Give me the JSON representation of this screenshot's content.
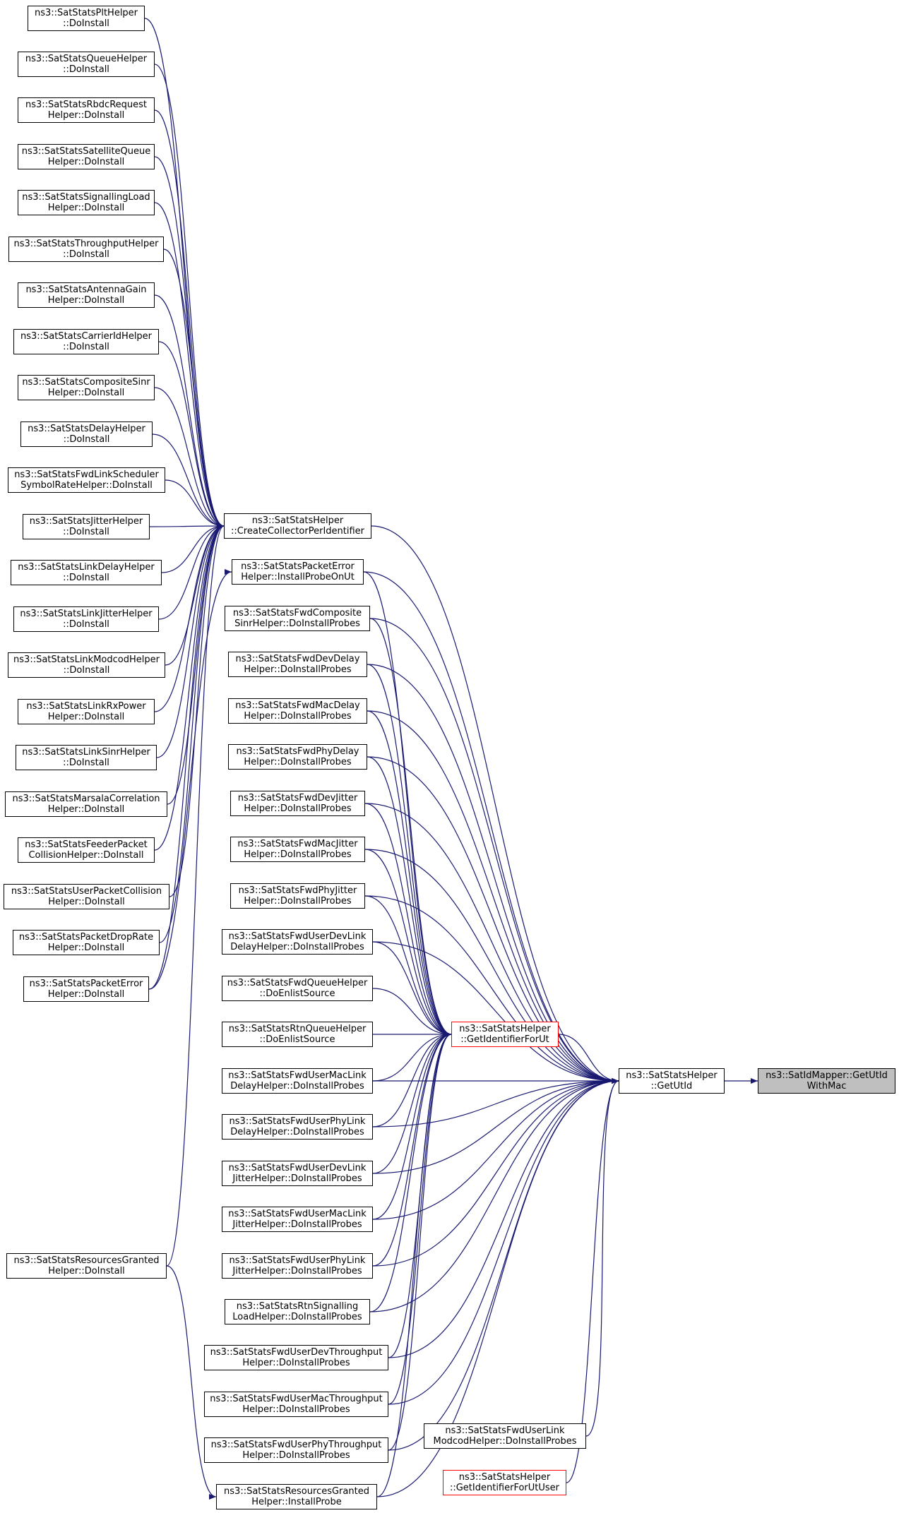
{
  "colors": {
    "edge": "#191970",
    "node_border": "#000000",
    "highlight_border": "#ff0000",
    "focus_fill": "#bfbfbf"
  },
  "nodes": [
    {
      "id": "pltHelper",
      "lines": [
        "ns3::SatStatsPltHelper",
        "::DoInstall"
      ]
    },
    {
      "id": "queueHelper",
      "lines": [
        "ns3::SatStatsQueueHelper",
        "::DoInstall"
      ]
    },
    {
      "id": "rbdcRequest",
      "lines": [
        "ns3::SatStatsRbdcRequest",
        "Helper::DoInstall"
      ]
    },
    {
      "id": "satelliteQueue",
      "lines": [
        "ns3::SatStatsSatelliteQueue",
        "Helper::DoInstall"
      ]
    },
    {
      "id": "signallingLoad",
      "lines": [
        "ns3::SatStatsSignallingLoad",
        "Helper::DoInstall"
      ]
    },
    {
      "id": "throughputHelper",
      "lines": [
        "ns3::SatStatsThroughputHelper",
        "::DoInstall"
      ]
    },
    {
      "id": "antennaGain",
      "lines": [
        "ns3::SatStatsAntennaGain",
        "Helper::DoInstall"
      ]
    },
    {
      "id": "carrierId",
      "lines": [
        "ns3::SatStatsCarrierIdHelper",
        "::DoInstall"
      ]
    },
    {
      "id": "compositeSinr",
      "lines": [
        "ns3::SatStatsCompositeSinr",
        "Helper::DoInstall"
      ]
    },
    {
      "id": "delayHelper",
      "lines": [
        "ns3::SatStatsDelayHelper",
        "::DoInstall"
      ]
    },
    {
      "id": "fwdLinkScheduler",
      "lines": [
        "ns3::SatStatsFwdLinkScheduler",
        "SymbolRateHelper::DoInstall"
      ]
    },
    {
      "id": "jitterHelper",
      "lines": [
        "ns3::SatStatsJitterHelper",
        "::DoInstall"
      ]
    },
    {
      "id": "linkDelay",
      "lines": [
        "ns3::SatStatsLinkDelayHelper",
        "::DoInstall"
      ]
    },
    {
      "id": "linkJitter",
      "lines": [
        "ns3::SatStatsLinkJitterHelper",
        "::DoInstall"
      ]
    },
    {
      "id": "linkModcod",
      "lines": [
        "ns3::SatStatsLinkModcodHelper",
        "::DoInstall"
      ]
    },
    {
      "id": "linkRxPower",
      "lines": [
        "ns3::SatStatsLinkRxPower",
        "Helper::DoInstall"
      ]
    },
    {
      "id": "linkSinr",
      "lines": [
        "ns3::SatStatsLinkSinrHelper",
        "::DoInstall"
      ]
    },
    {
      "id": "marsala",
      "lines": [
        "ns3::SatStatsMarsalaCorrelation",
        "Helper::DoInstall"
      ]
    },
    {
      "id": "feederPacket",
      "lines": [
        "ns3::SatStatsFeederPacket",
        "CollisionHelper::DoInstall"
      ]
    },
    {
      "id": "userPacketCollision",
      "lines": [
        "ns3::SatStatsUserPacketCollision",
        "Helper::DoInstall"
      ]
    },
    {
      "id": "packetDropRate",
      "lines": [
        "ns3::SatStatsPacketDropRate",
        "Helper::DoInstall"
      ]
    },
    {
      "id": "packetErrorDoInstall",
      "lines": [
        "ns3::SatStatsPacketError",
        "Helper::DoInstall"
      ]
    },
    {
      "id": "resourcesGrantedDoInstall",
      "lines": [
        "ns3::SatStatsResourcesGranted",
        "Helper::DoInstall"
      ]
    },
    {
      "id": "createCollector",
      "lines": [
        "ns3::SatStatsHelper",
        "::CreateCollectorPerIdentifier"
      ]
    },
    {
      "id": "packetErrorInstallProbe",
      "lines": [
        "ns3::SatStatsPacketError",
        "Helper::InstallProbeOnUt"
      ]
    },
    {
      "id": "fwdCompositeSinr",
      "lines": [
        "ns3::SatStatsFwdComposite",
        "SinrHelper::DoInstallProbes"
      ]
    },
    {
      "id": "fwdDevDelay",
      "lines": [
        "ns3::SatStatsFwdDevDelay",
        "Helper::DoInstallProbes"
      ]
    },
    {
      "id": "fwdMacDelay",
      "lines": [
        "ns3::SatStatsFwdMacDelay",
        "Helper::DoInstallProbes"
      ]
    },
    {
      "id": "fwdPhyDelay",
      "lines": [
        "ns3::SatStatsFwdPhyDelay",
        "Helper::DoInstallProbes"
      ]
    },
    {
      "id": "fwdDevJitter",
      "lines": [
        "ns3::SatStatsFwdDevJitter",
        "Helper::DoInstallProbes"
      ]
    },
    {
      "id": "fwdMacJitter",
      "lines": [
        "ns3::SatStatsFwdMacJitter",
        "Helper::DoInstallProbes"
      ]
    },
    {
      "id": "fwdPhyJitter",
      "lines": [
        "ns3::SatStatsFwdPhyJitter",
        "Helper::DoInstallProbes"
      ]
    },
    {
      "id": "fwdUserDevLinkDelay",
      "lines": [
        "ns3::SatStatsFwdUserDevLink",
        "DelayHelper::DoInstallProbes"
      ]
    },
    {
      "id": "fwdQueue",
      "lines": [
        "ns3::SatStatsFwdQueueHelper",
        "::DoEnlistSource"
      ]
    },
    {
      "id": "rtnQueue",
      "lines": [
        "ns3::SatStatsRtnQueueHelper",
        "::DoEnlistSource"
      ]
    },
    {
      "id": "fwdUserMacLinkDelay",
      "lines": [
        "ns3::SatStatsFwdUserMacLink",
        "DelayHelper::DoInstallProbes"
      ]
    },
    {
      "id": "fwdUserPhyLinkDelay",
      "lines": [
        "ns3::SatStatsFwdUserPhyLink",
        "DelayHelper::DoInstallProbes"
      ]
    },
    {
      "id": "fwdUserDevLinkJitter",
      "lines": [
        "ns3::SatStatsFwdUserDevLink",
        "JitterHelper::DoInstallProbes"
      ]
    },
    {
      "id": "fwdUserMacLinkJitter",
      "lines": [
        "ns3::SatStatsFwdUserMacLink",
        "JitterHelper::DoInstallProbes"
      ]
    },
    {
      "id": "fwdUserPhyLinkJitter",
      "lines": [
        "ns3::SatStatsFwdUserPhyLink",
        "JitterHelper::DoInstallProbes"
      ]
    },
    {
      "id": "rtnSignallingLoad",
      "lines": [
        "ns3::SatStatsRtnSignalling",
        "LoadHelper::DoInstallProbes"
      ]
    },
    {
      "id": "fwdUserDevThroughput",
      "lines": [
        "ns3::SatStatsFwdUserDevThroughput",
        "Helper::DoInstallProbes"
      ]
    },
    {
      "id": "fwdUserMacThroughput",
      "lines": [
        "ns3::SatStatsFwdUserMacThroughput",
        "Helper::DoInstallProbes"
      ]
    },
    {
      "id": "fwdUserPhyThroughput",
      "lines": [
        "ns3::SatStatsFwdUserPhyThroughput",
        "Helper::DoInstallProbes"
      ]
    },
    {
      "id": "resourcesGrantedInstallProbe",
      "lines": [
        "ns3::SatStatsResourcesGranted",
        "Helper::InstallProbe"
      ]
    },
    {
      "id": "getIdentifierForUt",
      "lines": [
        "ns3::SatStatsHelper",
        "::GetIdentifierForUt"
      ],
      "highlight": true
    },
    {
      "id": "fwdUserLinkModcod",
      "lines": [
        "ns3::SatStatsFwdUserLink",
        "ModcodHelper::DoInstallProbes"
      ]
    },
    {
      "id": "getIdentifierForUtUser",
      "lines": [
        "ns3::SatStatsHelper",
        "::GetIdentifierForUtUser"
      ],
      "highlight": true
    },
    {
      "id": "getUtId",
      "lines": [
        "ns3::SatStatsHelper",
        "::GetUtId"
      ]
    },
    {
      "id": "getUtIdWithMac",
      "lines": [
        "ns3::SatIdMapper::GetUtId",
        "WithMac"
      ],
      "focus": true
    }
  ],
  "edges": [
    [
      "pltHelper",
      "createCollector"
    ],
    [
      "queueHelper",
      "createCollector"
    ],
    [
      "rbdcRequest",
      "createCollector"
    ],
    [
      "satelliteQueue",
      "createCollector"
    ],
    [
      "signallingLoad",
      "createCollector"
    ],
    [
      "throughputHelper",
      "createCollector"
    ],
    [
      "antennaGain",
      "createCollector"
    ],
    [
      "carrierId",
      "createCollector"
    ],
    [
      "compositeSinr",
      "createCollector"
    ],
    [
      "delayHelper",
      "createCollector"
    ],
    [
      "fwdLinkScheduler",
      "createCollector"
    ],
    [
      "jitterHelper",
      "createCollector"
    ],
    [
      "linkDelay",
      "createCollector"
    ],
    [
      "linkJitter",
      "createCollector"
    ],
    [
      "linkModcod",
      "createCollector"
    ],
    [
      "linkRxPower",
      "createCollector"
    ],
    [
      "linkSinr",
      "createCollector"
    ],
    [
      "marsala",
      "createCollector"
    ],
    [
      "feederPacket",
      "createCollector"
    ],
    [
      "userPacketCollision",
      "createCollector"
    ],
    [
      "packetDropRate",
      "createCollector"
    ],
    [
      "packetErrorDoInstall",
      "createCollector"
    ],
    [
      "packetErrorDoInstall",
      "packetErrorInstallProbe"
    ],
    [
      "resourcesGrantedDoInstall",
      "createCollector"
    ],
    [
      "resourcesGrantedDoInstall",
      "resourcesGrantedInstallProbe"
    ],
    [
      "packetErrorInstallProbe",
      "getIdentifierForUt"
    ],
    [
      "fwdCompositeSinr",
      "getIdentifierForUt"
    ],
    [
      "fwdDevDelay",
      "getIdentifierForUt"
    ],
    [
      "fwdMacDelay",
      "getIdentifierForUt"
    ],
    [
      "fwdPhyDelay",
      "getIdentifierForUt"
    ],
    [
      "fwdDevJitter",
      "getIdentifierForUt"
    ],
    [
      "fwdMacJitter",
      "getIdentifierForUt"
    ],
    [
      "fwdPhyJitter",
      "getIdentifierForUt"
    ],
    [
      "fwdUserDevLinkDelay",
      "getIdentifierForUt"
    ],
    [
      "fwdQueue",
      "getIdentifierForUt"
    ],
    [
      "rtnQueue",
      "getIdentifierForUt"
    ],
    [
      "fwdUserMacLinkDelay",
      "getIdentifierForUt"
    ],
    [
      "fwdUserPhyLinkDelay",
      "getIdentifierForUt"
    ],
    [
      "fwdUserDevLinkJitter",
      "getIdentifierForUt"
    ],
    [
      "fwdUserMacLinkJitter",
      "getIdentifierForUt"
    ],
    [
      "fwdUserPhyLinkJitter",
      "getIdentifierForUt"
    ],
    [
      "rtnSignallingLoad",
      "getIdentifierForUt"
    ],
    [
      "fwdUserDevThroughput",
      "getIdentifierForUt"
    ],
    [
      "fwdUserMacThroughput",
      "getIdentifierForUt"
    ],
    [
      "fwdUserPhyThroughput",
      "getIdentifierForUt"
    ],
    [
      "resourcesGrantedInstallProbe",
      "getIdentifierForUt"
    ],
    [
      "createCollector",
      "getUtId"
    ],
    [
      "packetErrorInstallProbe",
      "getUtId"
    ],
    [
      "fwdCompositeSinr",
      "getUtId"
    ],
    [
      "fwdDevDelay",
      "getUtId"
    ],
    [
      "fwdMacDelay",
      "getUtId"
    ],
    [
      "fwdPhyDelay",
      "getUtId"
    ],
    [
      "fwdDevJitter",
      "getUtId"
    ],
    [
      "fwdMacJitter",
      "getUtId"
    ],
    [
      "fwdPhyJitter",
      "getUtId"
    ],
    [
      "fwdUserDevLinkDelay",
      "getUtId"
    ],
    [
      "getIdentifierForUt",
      "getUtId"
    ],
    [
      "fwdUserMacLinkDelay",
      "getUtId"
    ],
    [
      "fwdUserPhyLinkDelay",
      "getUtId"
    ],
    [
      "fwdUserDevLinkJitter",
      "getUtId"
    ],
    [
      "fwdUserMacLinkJitter",
      "getUtId"
    ],
    [
      "fwdUserPhyLinkJitter",
      "getUtId"
    ],
    [
      "rtnSignallingLoad",
      "getUtId"
    ],
    [
      "fwdUserDevThroughput",
      "getUtId"
    ],
    [
      "fwdUserMacThroughput",
      "getUtId"
    ],
    [
      "fwdUserPhyThroughput",
      "getUtId"
    ],
    [
      "resourcesGrantedInstallProbe",
      "getUtId"
    ],
    [
      "fwdUserLinkModcod",
      "getUtId"
    ],
    [
      "getIdentifierForUtUser",
      "getUtId"
    ],
    [
      "getUtId",
      "getUtIdWithMac"
    ]
  ]
}
